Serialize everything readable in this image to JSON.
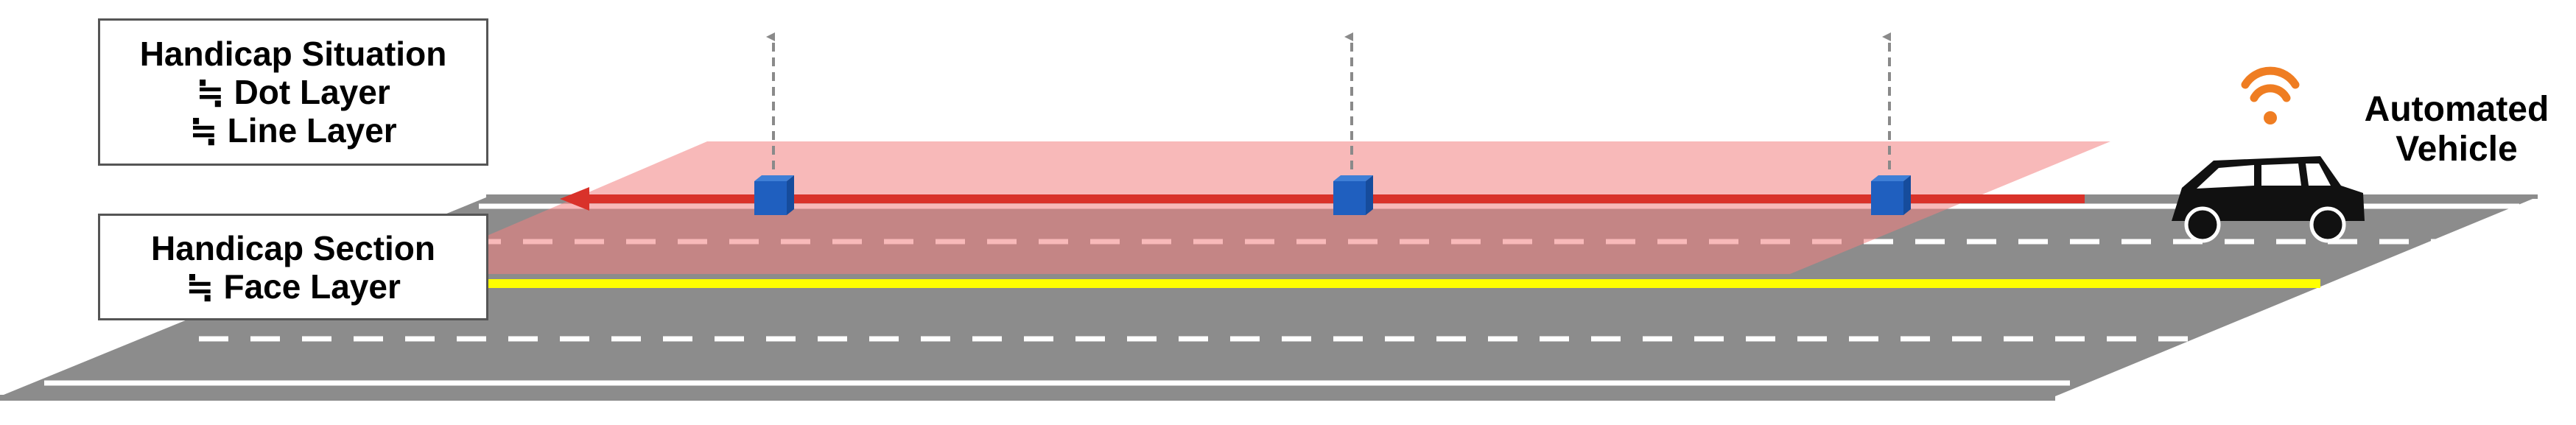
{
  "situation_box": {
    "line1": "Handicap Situation",
    "line2": "≒ Dot Layer",
    "line3": "≒ Line Layer"
  },
  "section_box": {
    "line1": "Handicap Section",
    "line2": "≒ Face Layer"
  },
  "vehicle": {
    "line1": "Automated",
    "line2": "Vehicle"
  },
  "colors": {
    "road": "#8c8c8c",
    "lane_marking": "#ffffff",
    "line_layer": "#d9322a",
    "face_layer": "#f6a3a3",
    "yellow_line": "#ffff00",
    "dot_layer": "#1f5fbf",
    "signal": "#ef7d22",
    "vehicle": "#111111"
  },
  "icons": {
    "signal": "wifi-signal-icon",
    "vehicle": "car-icon",
    "dot": "cube-icon"
  }
}
